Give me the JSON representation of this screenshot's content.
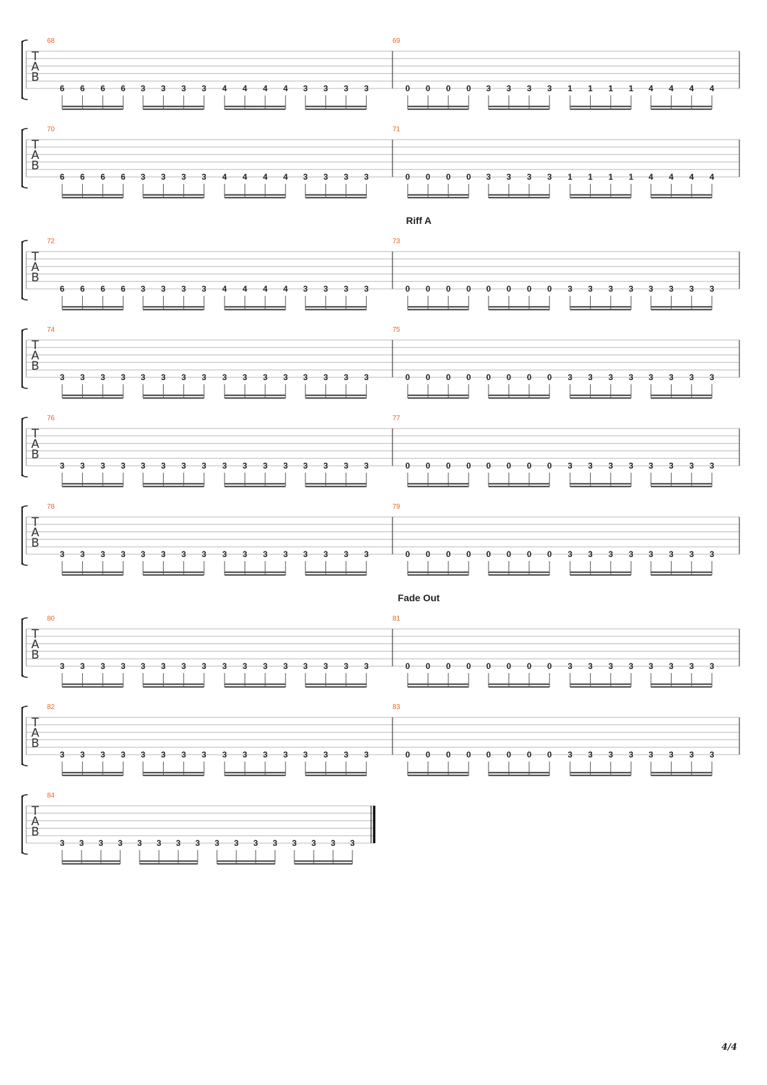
{
  "page": {
    "number": "4/4"
  },
  "systems": [
    {
      "markers": [],
      "measures": [
        {
          "number": "68",
          "notes": [
            "6",
            "6",
            "6",
            "6",
            "3",
            "3",
            "3",
            "3",
            "4",
            "4",
            "4",
            "4",
            "3",
            "3",
            "3",
            "3"
          ]
        },
        {
          "number": "69",
          "notes": [
            "0",
            "0",
            "0",
            "0",
            "3",
            "3",
            "3",
            "3",
            "1",
            "1",
            "1",
            "1",
            "4",
            "4",
            "4",
            "4"
          ]
        }
      ]
    },
    {
      "markers": [],
      "measures": [
        {
          "number": "70",
          "notes": [
            "6",
            "6",
            "6",
            "6",
            "3",
            "3",
            "3",
            "3",
            "4",
            "4",
            "4",
            "4",
            "3",
            "3",
            "3",
            "3"
          ]
        },
        {
          "number": "71",
          "notes": [
            "0",
            "0",
            "0",
            "0",
            "3",
            "3",
            "3",
            "3",
            "1",
            "1",
            "1",
            "1",
            "4",
            "4",
            "4",
            "4"
          ]
        }
      ]
    },
    {
      "markers": [
        "Riff A"
      ],
      "measures": [
        {
          "number": "72",
          "notes": [
            "6",
            "6",
            "6",
            "6",
            "3",
            "3",
            "3",
            "3",
            "4",
            "4",
            "4",
            "4",
            "3",
            "3",
            "3",
            "3"
          ]
        },
        {
          "number": "73",
          "notes": [
            "0",
            "0",
            "0",
            "0",
            "0",
            "0",
            "0",
            "0",
            "3",
            "3",
            "3",
            "3",
            "3",
            "3",
            "3",
            "3"
          ]
        }
      ]
    },
    {
      "markers": [],
      "measures": [
        {
          "number": "74",
          "notes": [
            "3",
            "3",
            "3",
            "3",
            "3",
            "3",
            "3",
            "3",
            "3",
            "3",
            "3",
            "3",
            "3",
            "3",
            "3",
            "3"
          ]
        },
        {
          "number": "75",
          "notes": [
            "0",
            "0",
            "0",
            "0",
            "0",
            "0",
            "0",
            "0",
            "3",
            "3",
            "3",
            "3",
            "3",
            "3",
            "3",
            "3"
          ]
        }
      ]
    },
    {
      "markers": [],
      "measures": [
        {
          "number": "76",
          "notes": [
            "3",
            "3",
            "3",
            "3",
            "3",
            "3",
            "3",
            "3",
            "3",
            "3",
            "3",
            "3",
            "3",
            "3",
            "3",
            "3"
          ]
        },
        {
          "number": "77",
          "notes": [
            "0",
            "0",
            "0",
            "0",
            "0",
            "0",
            "0",
            "0",
            "3",
            "3",
            "3",
            "3",
            "3",
            "3",
            "3",
            "3"
          ]
        }
      ]
    },
    {
      "markers": [],
      "measures": [
        {
          "number": "78",
          "notes": [
            "3",
            "3",
            "3",
            "3",
            "3",
            "3",
            "3",
            "3",
            "3",
            "3",
            "3",
            "3",
            "3",
            "3",
            "3",
            "3"
          ]
        },
        {
          "number": "79",
          "notes": [
            "0",
            "0",
            "0",
            "0",
            "0",
            "0",
            "0",
            "0",
            "3",
            "3",
            "3",
            "3",
            "3",
            "3",
            "3",
            "3"
          ]
        }
      ]
    },
    {
      "markers": [
        "Fade Out"
      ],
      "measures": [
        {
          "number": "80",
          "notes": [
            "3",
            "3",
            "3",
            "3",
            "3",
            "3",
            "3",
            "3",
            "3",
            "3",
            "3",
            "3",
            "3",
            "3",
            "3",
            "3"
          ]
        },
        {
          "number": "81",
          "notes": [
            "0",
            "0",
            "0",
            "0",
            "0",
            "0",
            "0",
            "0",
            "3",
            "3",
            "3",
            "3",
            "3",
            "3",
            "3",
            "3"
          ]
        }
      ]
    },
    {
      "markers": [],
      "measures": [
        {
          "number": "82",
          "notes": [
            "3",
            "3",
            "3",
            "3",
            "3",
            "3",
            "3",
            "3",
            "3",
            "3",
            "3",
            "3",
            "3",
            "3",
            "3",
            "3"
          ]
        },
        {
          "number": "83",
          "notes": [
            "0",
            "0",
            "0",
            "0",
            "0",
            "0",
            "0",
            "0",
            "3",
            "3",
            "3",
            "3",
            "3",
            "3",
            "3",
            "3"
          ]
        }
      ]
    },
    {
      "markers": [],
      "measures": [
        {
          "number": "84",
          "notes": [
            "3",
            "3",
            "3",
            "3",
            "3",
            "3",
            "3",
            "3",
            "3",
            "3",
            "3",
            "3",
            "3",
            "3",
            "3",
            "3"
          ]
        }
      ]
    }
  ],
  "tab_clef": [
    "T",
    "A",
    "B"
  ],
  "colors": {
    "measure_number": "#e8622c",
    "staff_line": "#b8b8b8",
    "text": "#222222",
    "beam": "#555555"
  }
}
